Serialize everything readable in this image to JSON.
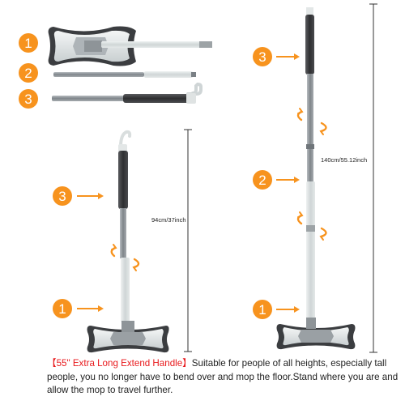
{
  "steps": [
    "1",
    "2",
    "3"
  ],
  "measurements": {
    "short": "94cm/37inch",
    "long": "140cm/55.12inch"
  },
  "caption": {
    "highlight": "【55\" Extra Long Extend Handle】",
    "text": "Suitable for people of all heights, especially tall people, you no longer have to bend over and mop the floor.Stand where you are and allow the mop to travel further."
  },
  "colors": {
    "badge": "#f7931e",
    "arrow": "#f7931e",
    "highlight": "#e8191c",
    "pole_grey": "#8a8f94",
    "pole_light": "#d6dbdc",
    "grip": "#3c3d3f"
  }
}
